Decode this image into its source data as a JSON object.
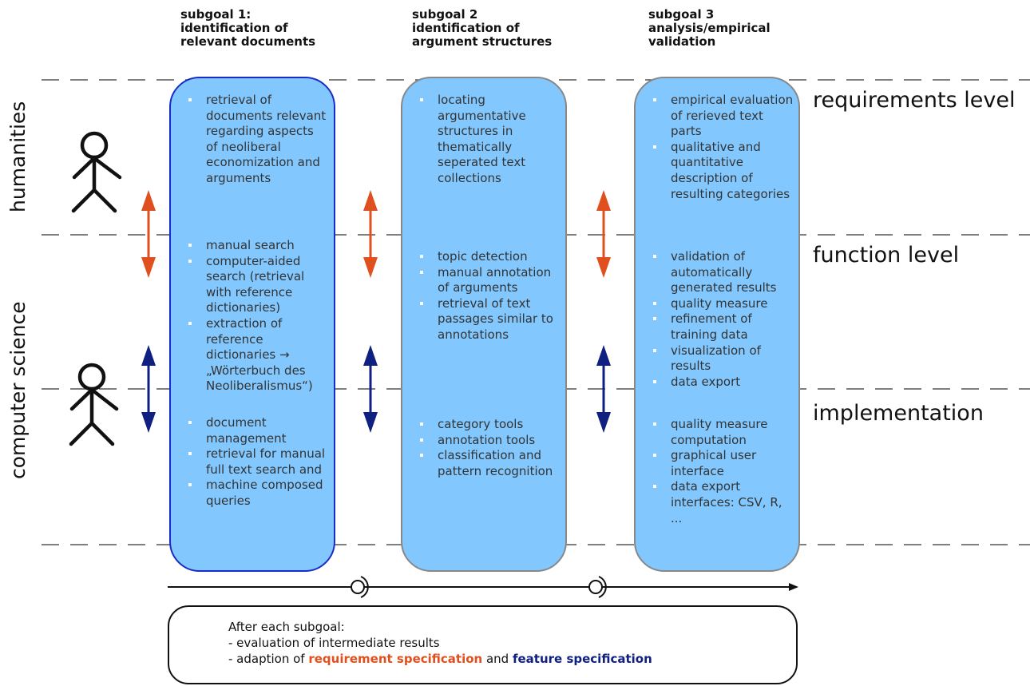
{
  "subgoals": [
    {
      "title": "subgoal 1:\nidentification of\nrelevant documents",
      "requirements": [
        "retrieval of documents relevant regarding aspects of neoliberal economization and arguments"
      ],
      "functions": [
        "manual search",
        "computer-aided search (retrieval with reference dictionaries)",
        "extraction of reference dictionaries → „Wörterbuch des Neoliberalismus“)"
      ],
      "implementation": [
        "document management",
        "retrieval for manual full text search and",
        "machine composed queries"
      ]
    },
    {
      "title": "subgoal 2\nidentification of\nargument structures",
      "requirements": [
        "locating argumentative structures in thematically seperated text collections"
      ],
      "functions": [
        "topic detection",
        "manual annotation of arguments",
        "retrieval of text passages similar to annotations"
      ],
      "implementation": [
        "category tools",
        "annotation tools",
        "classification and pattern recognition"
      ]
    },
    {
      "title": "subgoal 3\nanalysis/empirical\nvalidation",
      "requirements": [
        "empirical evaluation of rerieved text parts",
        "qualitative and quantitative description of resulting categories"
      ],
      "functions": [
        "validation of automatically generated results",
        "quality measure",
        "refinement of training data",
        "visualization of results",
        "data export"
      ],
      "implementation": [
        "quality measure computation",
        "graphical user interface",
        "data export interfaces: CSV, R, ..."
      ]
    }
  ],
  "levels": [
    "requirements level",
    "function level",
    "implementation"
  ],
  "roles": [
    "humanities",
    "computer science"
  ],
  "colors": {
    "box_fill": "#82c8ff",
    "box1_border": "#1a2cc8",
    "box_border": "#888888",
    "requirement_arrow": "#e0501e",
    "feature_arrow": "#102080"
  },
  "summary": {
    "line1": "After each subgoal:",
    "line2": "- evaluation of intermediate results",
    "line3_prefix": "- adaption of ",
    "requirement_spec": "requirement specification",
    "line3_middle": " and ",
    "feature_spec": "feature specification"
  }
}
